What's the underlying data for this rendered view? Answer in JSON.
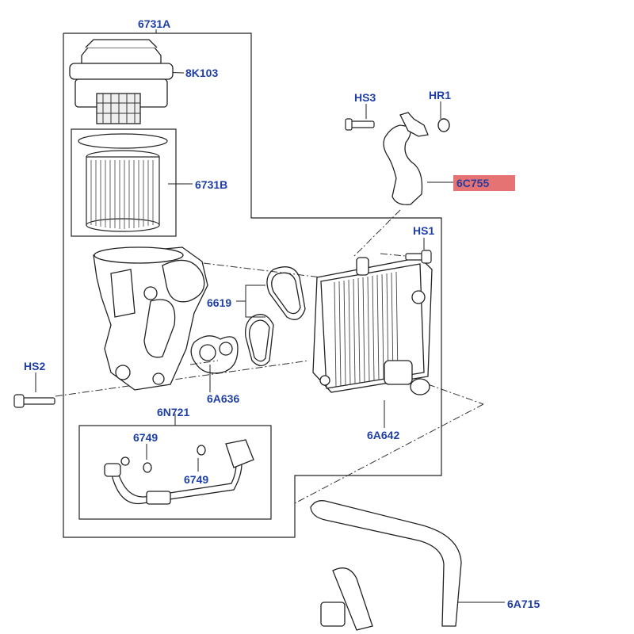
{
  "diagram": {
    "accent_color": "#1f3fa6",
    "highlight_color": "#e57373",
    "labels": {
      "p6731A": "6731A",
      "p8K103": "8K103",
      "p6731B": "6731B",
      "pHS3": "HS3",
      "pHR1": "HR1",
      "p6C755": "6C755",
      "pHS1": "HS1",
      "p6619": "6619",
      "pHS2": "HS2",
      "p6A636": "6A636",
      "p6N721": "6N721",
      "p6749a": "6749",
      "p6749b": "6749",
      "p6A642": "6A642",
      "p6A715": "6A715"
    },
    "highlighted_part": "6C755",
    "icons": [
      "filter-cap-icon",
      "filter-element-icon",
      "filter-housing-icon",
      "gasket-icon",
      "oil-cooler-icon",
      "coolant-hose-icon",
      "bolt-icon",
      "o-ring-icon",
      "pipe-assembly-icon"
    ]
  }
}
